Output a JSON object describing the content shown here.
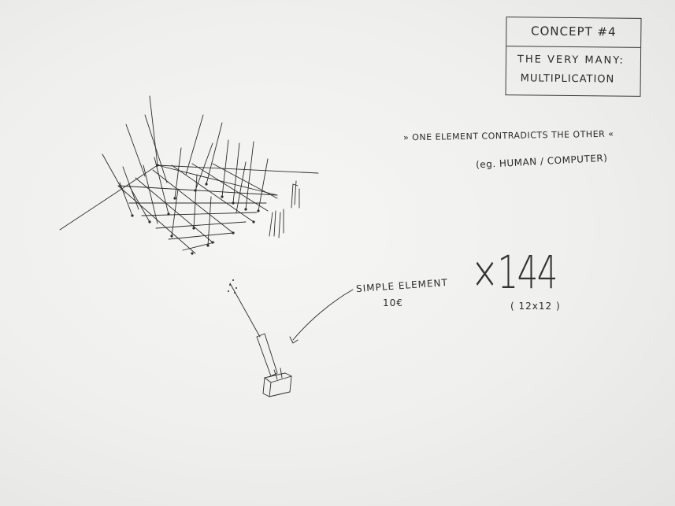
{
  "title_box": {
    "concept": "CONCEPT #4",
    "line1": "THE VERY MANY:",
    "line2": "MULTIPLICATION"
  },
  "notes": {
    "contradiction": "» ONE ELEMENT CONTRADICTS THE OTHER «",
    "example": "(eg. HUMAN / COMPUTER)"
  },
  "element": {
    "label": "SIMPLE ELEMENT",
    "price": "10€"
  },
  "multiplier": {
    "value": "×144",
    "grid": "( 12x12 )"
  },
  "colors": {
    "paper": "#f4f4f2",
    "ink": "#2a2a2a"
  }
}
